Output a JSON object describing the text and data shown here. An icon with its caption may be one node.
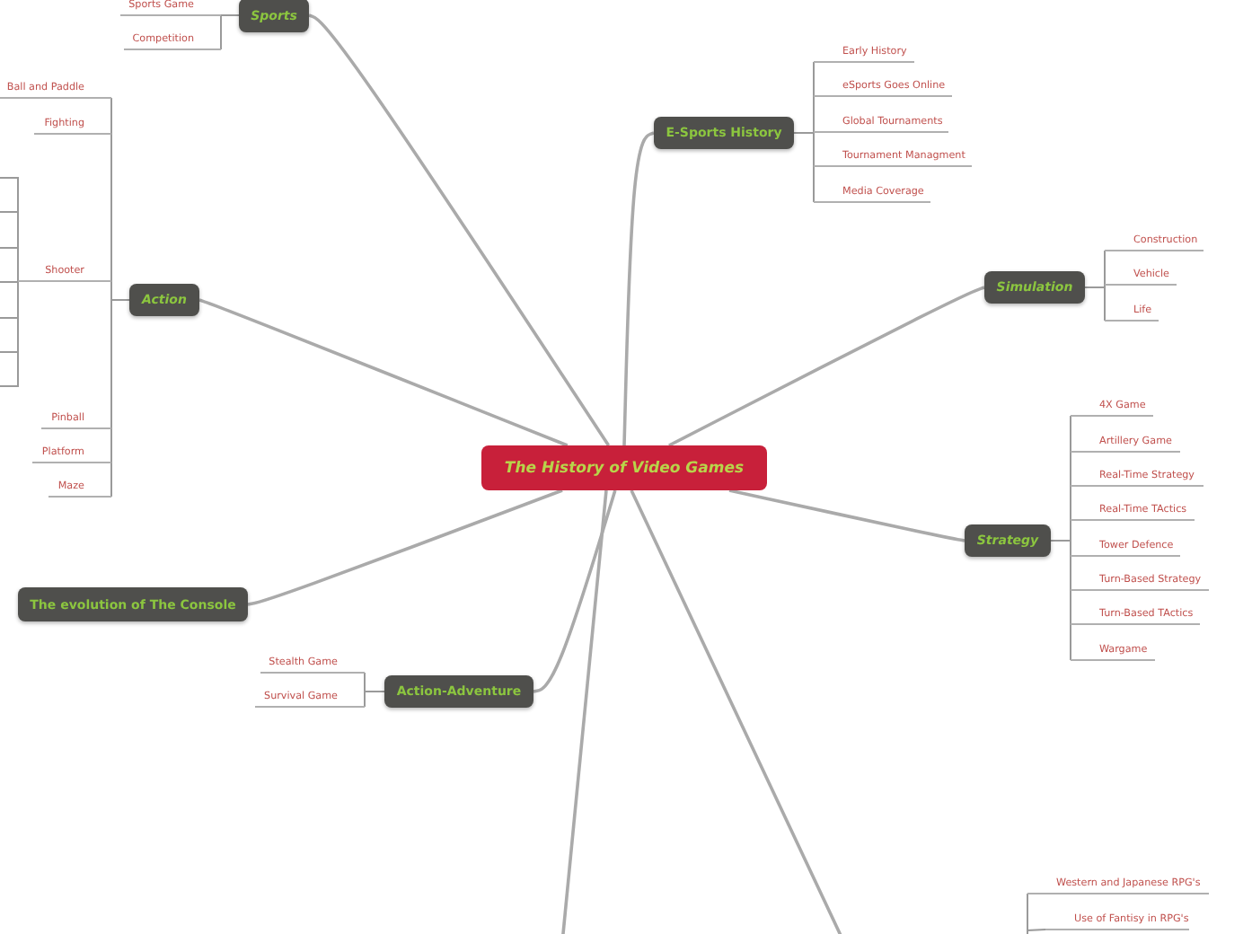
{
  "diagram": {
    "nodes": [
      {
        "text": [
          "The History of Video Games"
        ]
      },
      {
        "text": [
          "Sports"
        ]
      },
      {
        "text": [
          "Sports Game"
        ]
      },
      {
        "text": [
          "Competition"
        ]
      },
      {
        "text": [
          "E-Sports History"
        ]
      },
      {
        "text": [
          "Early History"
        ]
      },
      {
        "text": [
          "eSports Goes Online"
        ]
      },
      {
        "text": [
          "Global Tournaments"
        ]
      },
      {
        "text": [
          "Tournament Managment"
        ]
      },
      {
        "text": [
          "Media Coverage"
        ]
      },
      {
        "text": [
          "Action"
        ]
      },
      {
        "text": [
          "Ball and Paddle"
        ]
      },
      {
        "text": [
          "Fighting"
        ]
      },
      {
        "text": [
          "Shooter"
        ]
      },
      {
        "text": [
          "Pinball"
        ]
      },
      {
        "text": [
          "Platform"
        ]
      },
      {
        "text": [
          "Maze"
        ]
      },
      {
        "text": [
          "Simulation"
        ]
      },
      {
        "text": [
          "Construction"
        ]
      },
      {
        "text": [
          "Vehicle"
        ]
      },
      {
        "text": [
          "Life"
        ]
      },
      {
        "text": [
          "Strategy"
        ]
      },
      {
        "text": [
          "4X Game"
        ]
      },
      {
        "text": [
          "Artillery Game"
        ]
      },
      {
        "text": [
          "Real-Time Strategy"
        ]
      },
      {
        "text": [
          "Real-Time TActics"
        ]
      },
      {
        "text": [
          "Tower Defence"
        ]
      },
      {
        "text": [
          "Turn-Based Strategy"
        ]
      },
      {
        "text": [
          "Turn-Based TActics"
        ]
      },
      {
        "text": [
          "Wargame"
        ]
      },
      {
        "text": [
          "The evolution of The Console"
        ]
      },
      {
        "text": [
          "Action-Adventure"
        ]
      },
      {
        "text": [
          "Stealth Game"
        ]
      },
      {
        "text": [
          "Survival Game"
        ]
      },
      {
        "text": [
          "Western and Japanese RPG's"
        ]
      },
      {
        "text": [
          "Use of Fantisy in RPG's"
        ]
      }
    ],
    "edges": [
      {
        "from": 0,
        "to": 1,
        "arrow": "none"
      },
      {
        "from": 1,
        "to": 2,
        "arrow": "none"
      },
      {
        "from": 1,
        "to": 3,
        "arrow": "none"
      },
      {
        "from": 0,
        "to": 4,
        "arrow": "none"
      },
      {
        "from": 4,
        "to": 5,
        "arrow": "none"
      },
      {
        "from": 4,
        "to": 6,
        "arrow": "none"
      },
      {
        "from": 4,
        "to": 7,
        "arrow": "none"
      },
      {
        "from": 4,
        "to": 8,
        "arrow": "none"
      },
      {
        "from": 4,
        "to": 9,
        "arrow": "none"
      },
      {
        "from": 0,
        "to": 10,
        "arrow": "none"
      },
      {
        "from": 10,
        "to": 11,
        "arrow": "none"
      },
      {
        "from": 10,
        "to": 12,
        "arrow": "none"
      },
      {
        "from": 10,
        "to": 13,
        "arrow": "none"
      },
      {
        "from": 10,
        "to": 14,
        "arrow": "none"
      },
      {
        "from": 10,
        "to": 15,
        "arrow": "none"
      },
      {
        "from": 10,
        "to": 16,
        "arrow": "none"
      },
      {
        "from": 13,
        "to": null,
        "arrow": "none"
      },
      {
        "from": 13,
        "to": null,
        "arrow": "none"
      },
      {
        "from": 13,
        "to": null,
        "arrow": "none"
      },
      {
        "from": 13,
        "to": null,
        "arrow": "none"
      },
      {
        "from": 13,
        "to": null,
        "arrow": "none"
      },
      {
        "from": 13,
        "to": null,
        "arrow": "none"
      },
      {
        "from": 13,
        "to": null,
        "arrow": "none"
      },
      {
        "from": 0,
        "to": 17,
        "arrow": "none"
      },
      {
        "from": 17,
        "to": 18,
        "arrow": "none"
      },
      {
        "from": 17,
        "to": 19,
        "arrow": "none"
      },
      {
        "from": 17,
        "to": 20,
        "arrow": "none"
      },
      {
        "from": 0,
        "to": 21,
        "arrow": "none"
      },
      {
        "from": 21,
        "to": 22,
        "arrow": "none"
      },
      {
        "from": 21,
        "to": 23,
        "arrow": "none"
      },
      {
        "from": 21,
        "to": 24,
        "arrow": "none"
      },
      {
        "from": 21,
        "to": 25,
        "arrow": "none"
      },
      {
        "from": 21,
        "to": 26,
        "arrow": "none"
      },
      {
        "from": 21,
        "to": 27,
        "arrow": "none"
      },
      {
        "from": 21,
        "to": 28,
        "arrow": "none"
      },
      {
        "from": 21,
        "to": 29,
        "arrow": "none"
      },
      {
        "from": 0,
        "to": 30,
        "arrow": "none"
      },
      {
        "from": 0,
        "to": 31,
        "arrow": "none"
      },
      {
        "from": 31,
        "to": 32,
        "arrow": "none"
      },
      {
        "from": 31,
        "to": 33,
        "arrow": "none"
      },
      {
        "from": 0,
        "to": null,
        "arrow": "none"
      },
      {
        "from": 0,
        "to": null,
        "arrow": "none"
      },
      {
        "from": null,
        "to": 34,
        "arrow": "none"
      },
      {
        "from": null,
        "to": 35,
        "arrow": "none"
      }
    ]
  }
}
